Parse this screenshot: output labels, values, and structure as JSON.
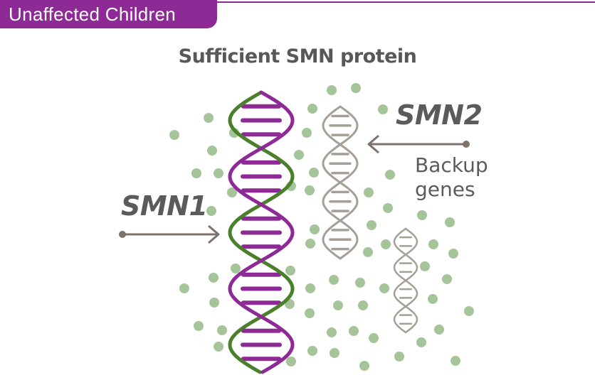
{
  "header": {
    "label": "Unaffected Children"
  },
  "title": "Sufficient SMN protein",
  "smn1": {
    "label": "SMN1"
  },
  "smn2": {
    "label": "SMN2",
    "sublabel_line1": "Backup",
    "sublabel_line2": "genes"
  },
  "colors": {
    "brand_purple": "#8e2a96",
    "helix_purple": "#8e2a96",
    "helix_green": "#4a7f2c",
    "backup_gray": "#a59f98",
    "arrow_gray": "#7d736c",
    "protein_dot": "#a5c49a",
    "text_gray": "#58585a"
  },
  "icons": {
    "smn1_gene": "dna-helix-icon",
    "smn2_gene": "dna-helix-icon",
    "backup_gene": "dna-helix-icon",
    "protein": "protein-dot-icon",
    "pointer": "arrow-icon"
  }
}
